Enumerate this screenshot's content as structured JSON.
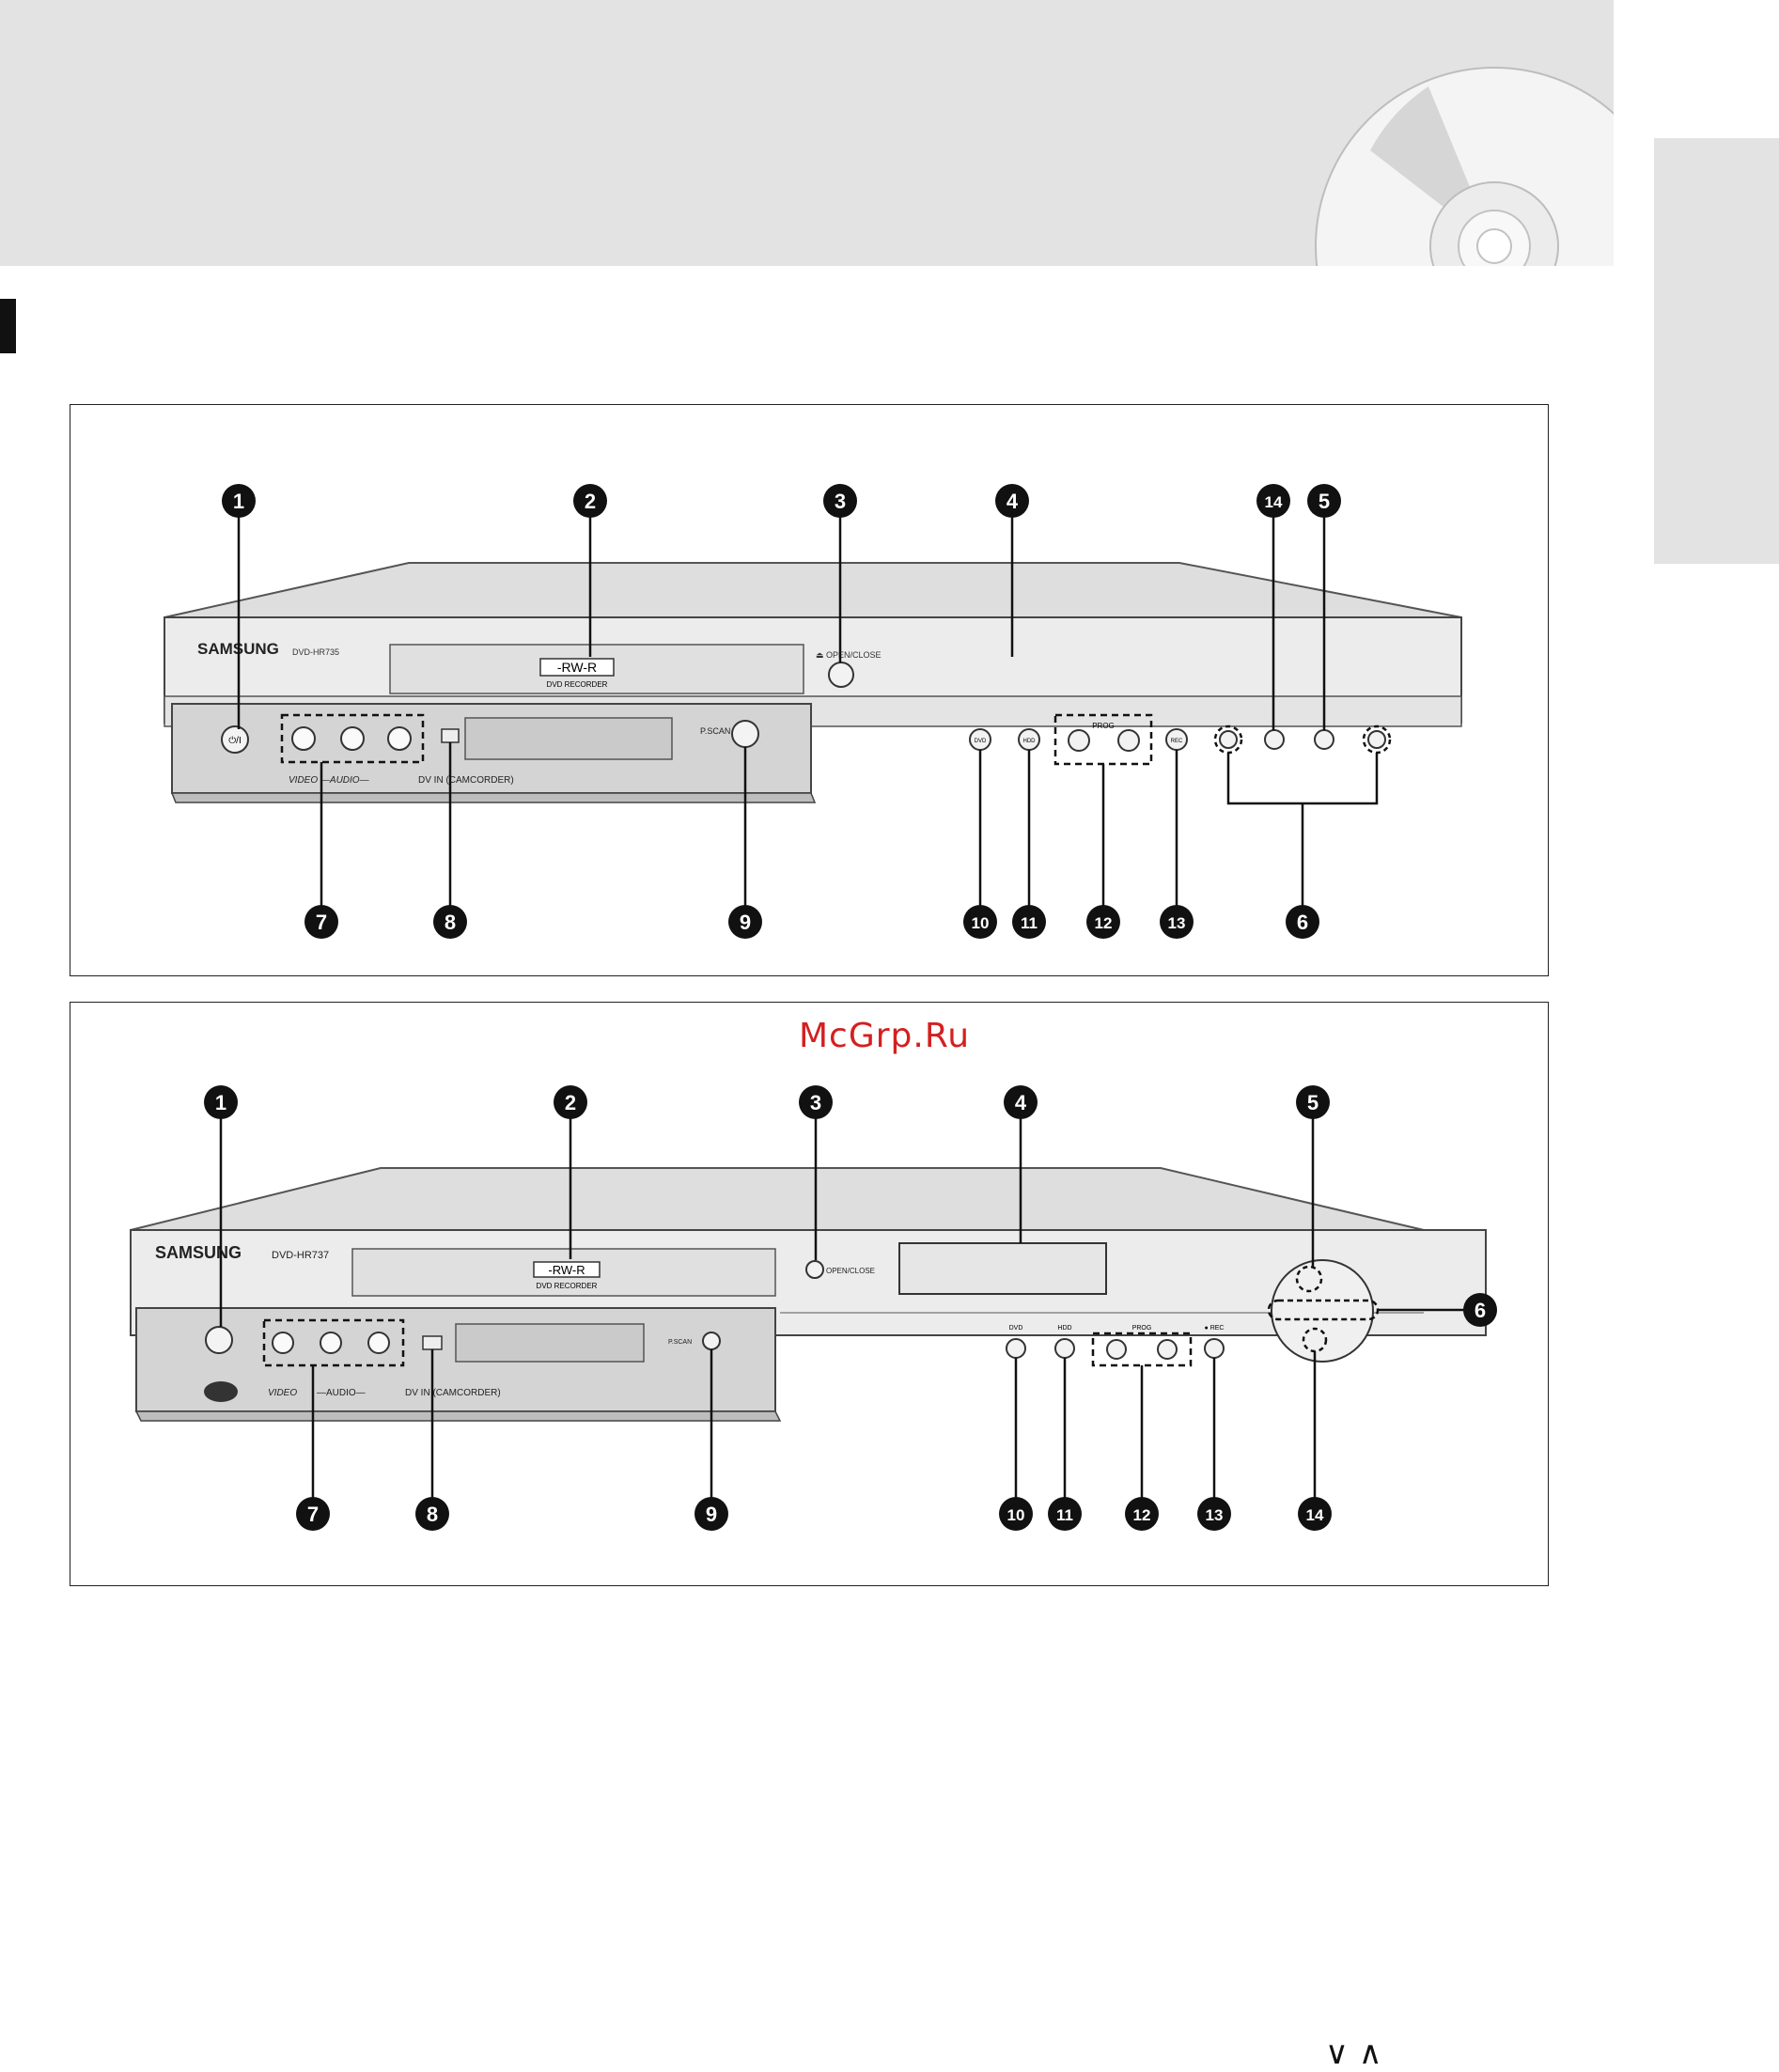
{
  "watermark": "McGrp.Ru",
  "footer": {
    "arrows": "∨ ∧"
  },
  "figure1": {
    "brand": "SAMSUNG",
    "model": "DVD-HR735",
    "disc_logo": "-RW-R",
    "disc_sub": "DVD RECORDER",
    "open_close": "⏏ OPEN/CLOSE",
    "pscan": "P.SCAN",
    "prog": "PROG",
    "jack_labels": "VIDEO —AUDIO—",
    "dv_in": "DV IN (CAMCORDER)",
    "btn_power": "⏻/I",
    "btn_dvd": "DVD",
    "btn_hdd": "HDD",
    "btn_rec": "REC",
    "callouts": [
      "1",
      "2",
      "3",
      "4",
      "14",
      "5",
      "7",
      "8",
      "9",
      "10",
      "11",
      "12",
      "13",
      "6"
    ]
  },
  "figure2": {
    "brand": "SAMSUNG",
    "model": "DVD-HR737",
    "disc_logo": "-RW-R",
    "disc_sub": "DVD RECORDER",
    "open_close": "OPEN/CLOSE",
    "pscan": "P.SCAN",
    "prog": "PROG",
    "rec": "● REC",
    "dvd": "DVD",
    "hdd": "HDD",
    "jack_video": "VIDEO",
    "jack_audio": "—AUDIO—",
    "dv_in": "DV IN (CAMCORDER)",
    "callouts": [
      "1",
      "2",
      "3",
      "4",
      "5",
      "6",
      "7",
      "8",
      "9",
      "10",
      "11",
      "12",
      "13",
      "14"
    ]
  }
}
